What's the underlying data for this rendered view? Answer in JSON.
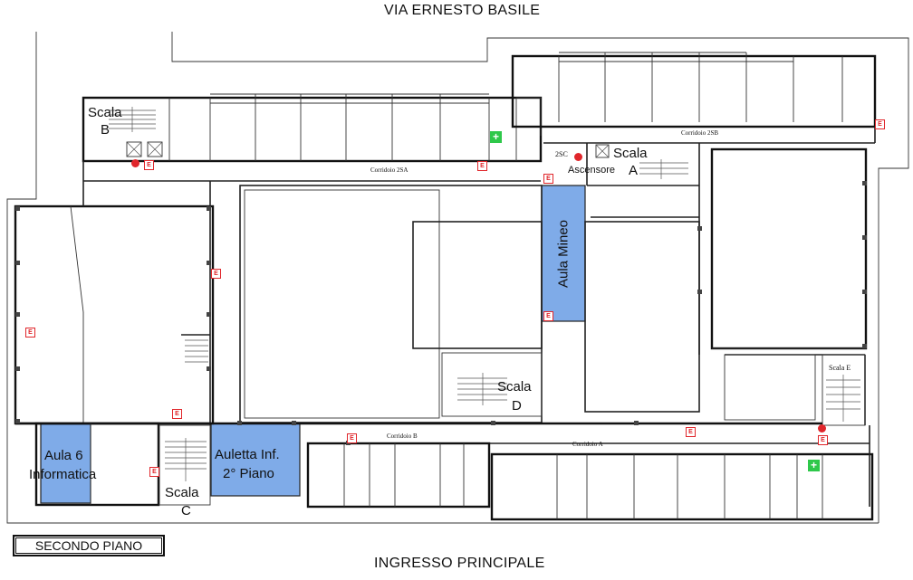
{
  "colors": {
    "room_highlight": "#7fabe8",
    "exit_sign": "#e0262b",
    "fire_alarm": "#e0262b",
    "first_aid": "#2ec84a"
  },
  "streets": {
    "top": "VIA ERNESTO BASILE",
    "bottom": "INGRESSO PRINCIPALE"
  },
  "floor_label": "SECONDO PIANO",
  "rooms": {
    "aula_mineo": "Aula Mineo",
    "aula6_line1": "Aula 6",
    "aula6_line2": "Informatica",
    "auletta_line1": "Auletta Inf.",
    "auletta_line2": "2° Piano",
    "ascensore": "Ascensore",
    "code_2sc": "2SC"
  },
  "stairs": {
    "a_word": "Scala",
    "a_letter": "A",
    "b_word": "Scala",
    "b_letter": "B",
    "c_word": "Scala",
    "c_letter": "C",
    "d_word": "Scala",
    "d_letter": "D",
    "e_label": "Scala E"
  },
  "corridors": {
    "c2sa": "Corridoio 2SA",
    "c2sb": "Corridoio 2SB",
    "ca": "Corridoio A",
    "cb": "Corridoio B"
  },
  "exit_sign_text": "E"
}
